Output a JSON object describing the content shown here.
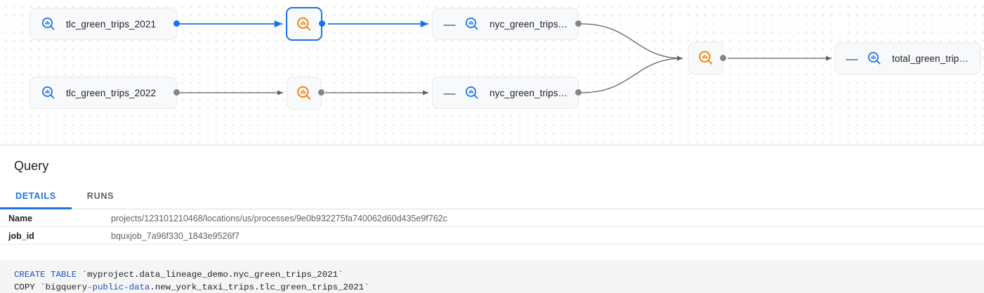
{
  "graph": {
    "nodes": [
      {
        "id": "tlc2021",
        "label": "tlc_green_trips_2021",
        "type": "dataset",
        "icon": "bigquery-table-search-icon",
        "selected": false,
        "collapse": null
      },
      {
        "id": "tlc2022",
        "label": "tlc_green_trips_2022",
        "type": "dataset",
        "icon": "bigquery-table-search-icon",
        "selected": false,
        "collapse": null
      },
      {
        "id": "proc1",
        "label": "",
        "type": "process",
        "icon": "process-search-icon",
        "selected": true,
        "collapse": null
      },
      {
        "id": "proc2",
        "label": "",
        "type": "process",
        "icon": "process-search-icon",
        "selected": false,
        "collapse": null
      },
      {
        "id": "nyc2021",
        "label": "nyc_green_trips…",
        "type": "dataset",
        "icon": "bigquery-table-search-icon",
        "selected": false,
        "collapse": "—"
      },
      {
        "id": "nyc2022",
        "label": "nyc_green_trips…",
        "type": "dataset",
        "icon": "bigquery-table-search-icon",
        "selected": false,
        "collapse": "—"
      },
      {
        "id": "proc3",
        "label": "",
        "type": "process",
        "icon": "process-search-icon",
        "selected": false,
        "collapse": null
      },
      {
        "id": "total",
        "label": "total_green_trip…",
        "type": "dataset",
        "icon": "bigquery-table-search-icon",
        "selected": false,
        "collapse": "—"
      }
    ],
    "colors": {
      "selected_edge": "#1a73e8",
      "edge": "#5f6368",
      "process_icon": "#f2870d",
      "dataset_icon": "#1a73e8",
      "node_background": "#f8f9fa"
    }
  },
  "panel": {
    "title": "Query",
    "tabs": [
      {
        "id": "details",
        "label": "DETAILS",
        "active": true
      },
      {
        "id": "runs",
        "label": "RUNS",
        "active": false
      }
    ],
    "details": [
      {
        "key": "Name",
        "value": "projects/123101210468/locations/us/processes/9e0b932275fa740062d60d435e9f762c"
      },
      {
        "key": "job_id",
        "value": "bquxjob_7a96f330_1843e9526f7"
      }
    ],
    "code": {
      "line1_kw": "CREATE TABLE",
      "line1_rest": " `myproject.data_lineage_demo.nyc_green_trips_2021`",
      "line2_pre": "COPY `bigquery",
      "line2_kw": "-public-data",
      "line2_rest": ".new_york_taxi_trips.tlc_green_trips_2021`"
    }
  }
}
